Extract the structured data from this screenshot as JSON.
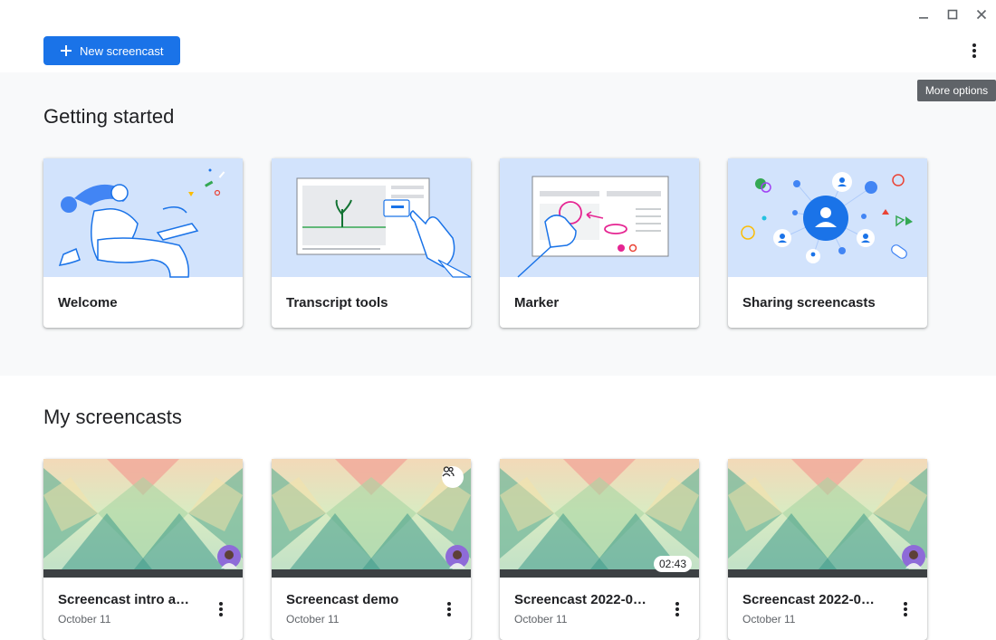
{
  "window": {
    "controls": [
      "minimize",
      "maximize",
      "close"
    ]
  },
  "toolbar": {
    "new_label": "New screencast",
    "more_tooltip": "More options"
  },
  "getting_started": {
    "title": "Getting started",
    "cards": [
      {
        "label": "Welcome"
      },
      {
        "label": "Transcript tools"
      },
      {
        "label": "Marker"
      },
      {
        "label": "Sharing screencasts"
      }
    ]
  },
  "my_screencasts": {
    "title": "My screencasts",
    "items": [
      {
        "title": "Screencast intro a…",
        "subtitle": "October 11",
        "duration": "",
        "shared": false
      },
      {
        "title": "Screencast demo",
        "subtitle": "October 11",
        "duration": "",
        "shared": true
      },
      {
        "title": "Screencast 2022-0…",
        "subtitle": "October 11",
        "duration": "02:43",
        "shared": false
      },
      {
        "title": "Screencast 2022-0…",
        "subtitle": "October 11",
        "duration": "",
        "shared": false
      }
    ]
  },
  "colors": {
    "accent": "#1a73e8",
    "section_bg": "#f8f9fa",
    "illustration_bg": "#d2e3fc"
  }
}
